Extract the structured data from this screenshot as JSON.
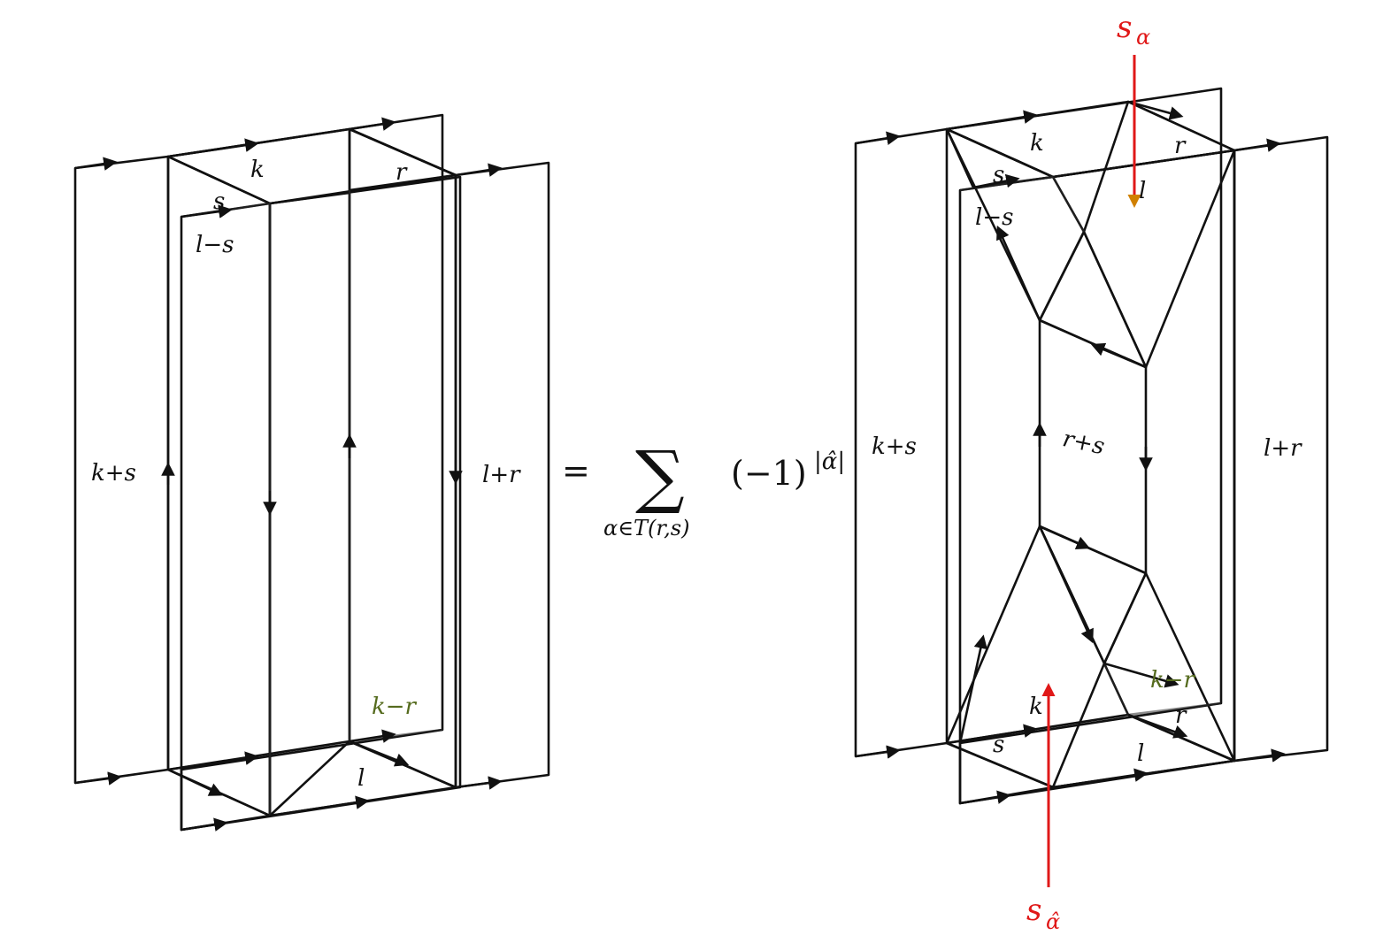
{
  "colors": {
    "red_sheet": "#ffb1b4",
    "peach_sheet": "#ffd7b2",
    "blue_facet": "#b4b3d2",
    "yellow_facet": "#fff77f",
    "green_facet": "#c9e85a",
    "brown_facet": "#c8a48c",
    "orange_core": "#e3ac72",
    "salmon_facet": "#fe9b82",
    "arrow_red": "#e01818",
    "arrow_orange": "#d08000"
  },
  "left_diagram": {
    "labels": {
      "k_top": "k",
      "r_top": "r",
      "s_top": "s",
      "l_minus_s": "l−s",
      "k_plus_s": "k+s",
      "l_plus_r": "l+r",
      "k_minus_r": "k−r",
      "l_bottom": "l"
    }
  },
  "equation": {
    "equals": "=",
    "sum": "∑",
    "subscript": "α∈T(r,s)",
    "sign": "(−1)",
    "exponent": "|α̂|"
  },
  "right_diagram": {
    "labels": {
      "s_alpha_top": "s",
      "s_alpha_top_sub": "α",
      "k_top": "k",
      "r_top": "r",
      "s_top": "s",
      "l_top": "l",
      "l_minus_s": "l−s",
      "k_plus_s": "k+s",
      "r_plus_s": "r+s",
      "l_plus_r": "l+r",
      "k_minus_r": "k−r",
      "k_bottom": "k",
      "r_bottom": "r",
      "s_bottom": "s",
      "l_bottom": "l",
      "s_alphahat_bottom": "s",
      "s_alphahat_bottom_sub": "α̂"
    }
  }
}
